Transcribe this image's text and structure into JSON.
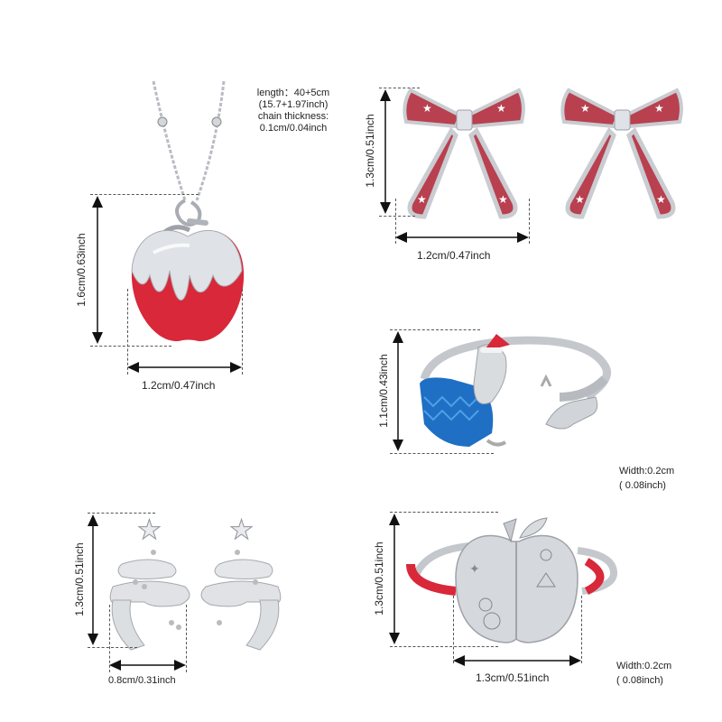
{
  "products": {
    "apple_necklace": {
      "spec_note": {
        "line1": "length：40+5cm",
        "line2": "(15.7+1.97inch)",
        "line3": "chain thickness:",
        "line4": "0.1cm/0.04inch"
      },
      "height_label": "1.6cm/0.63inch",
      "width_label": "1.2cm/0.47inch"
    },
    "bow_earrings": {
      "height_label": "1.3cm/0.51inch",
      "width_label": "1.2cm/0.47inch"
    },
    "dachshund_ring": {
      "height_label": "1.1cm/0.43inch",
      "band_width_line1": "Width:0.2cm",
      "band_width_line2": "( 0.08inch)"
    },
    "tree_earrings": {
      "height_label": "1.3cm/0.51inch",
      "width_label": "0.8cm/0.31inch"
    },
    "apple_ring": {
      "height_label": "1.3cm/0.51inch",
      "width_label": "1.3cm/0.51inch",
      "band_width_line1": "Width:0.2cm",
      "band_width_line2": "( 0.08inch)"
    }
  },
  "colors": {
    "enamel_red": "#d8283a",
    "bow_pink": "#b8404f",
    "sweater_blue": "#1f6fc4",
    "silver": "#c9ccd1"
  }
}
